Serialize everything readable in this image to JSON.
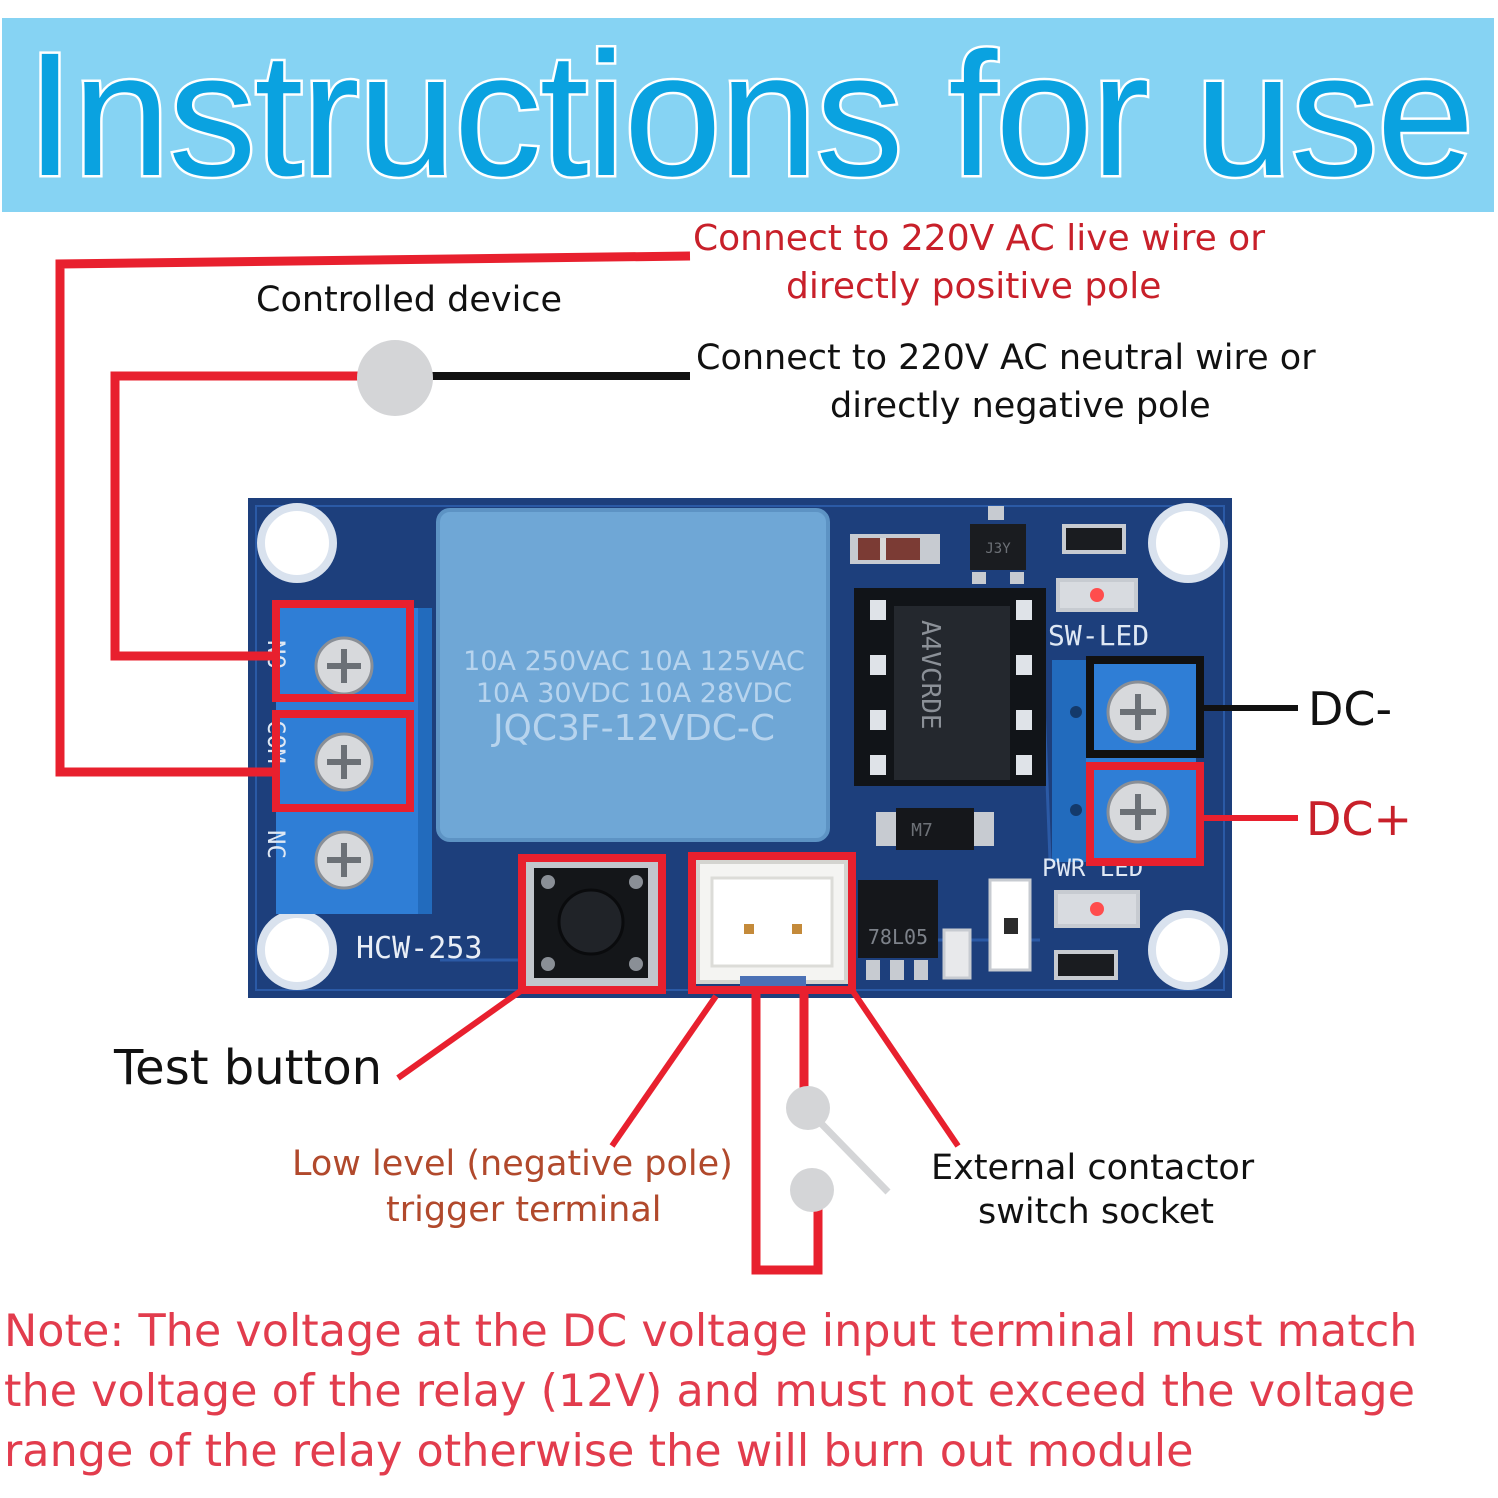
{
  "header": {
    "title": "Instructions for use"
  },
  "labels": {
    "live_line1": "Connect to 220V AC live wire or",
    "live_line2": "directly positive pole",
    "controlled_device": "Controlled device",
    "neutral_line1": "Connect to 220V AC neutral wire or",
    "neutral_line2": "directly negative pole",
    "dc_minus": "DC-",
    "dc_plus": "DC+",
    "test_button": "Test button",
    "trigger_line1": "Low level (negative pole)",
    "trigger_line2": "trigger terminal",
    "external_line1": "External contactor",
    "external_line2": "switch socket"
  },
  "board": {
    "relay_line1": "10A 250VAC 10A 125VAC",
    "relay_line2": "10A  30VDC 10A  28VDC",
    "relay_model": "JQC3F-12VDC-C",
    "chip_marking": "A4VCRDE",
    "model": "HCW-253",
    "sw_led": "SW-LED",
    "pwr_led": "PWR  LED",
    "regulator": "78L05",
    "terminal_no": "NO",
    "terminal_com": "COM",
    "terminal_nc": "NC",
    "diode": "M7",
    "transistor": "J3Y"
  },
  "note": {
    "line1": "Note: The voltage at the DC voltage input terminal must match",
    "line2": "the voltage of the relay (12V) and must not exceed the voltage",
    "line3": "range of the relay otherwise the will burn out module"
  },
  "colors": {
    "banner": "#86d3f3",
    "title": "#0aa2e0",
    "wire_red": "#e8202e",
    "pcb": "#1d3f7c",
    "relay": "#6fa7d6",
    "terminal_block": "#2f7ed6"
  }
}
